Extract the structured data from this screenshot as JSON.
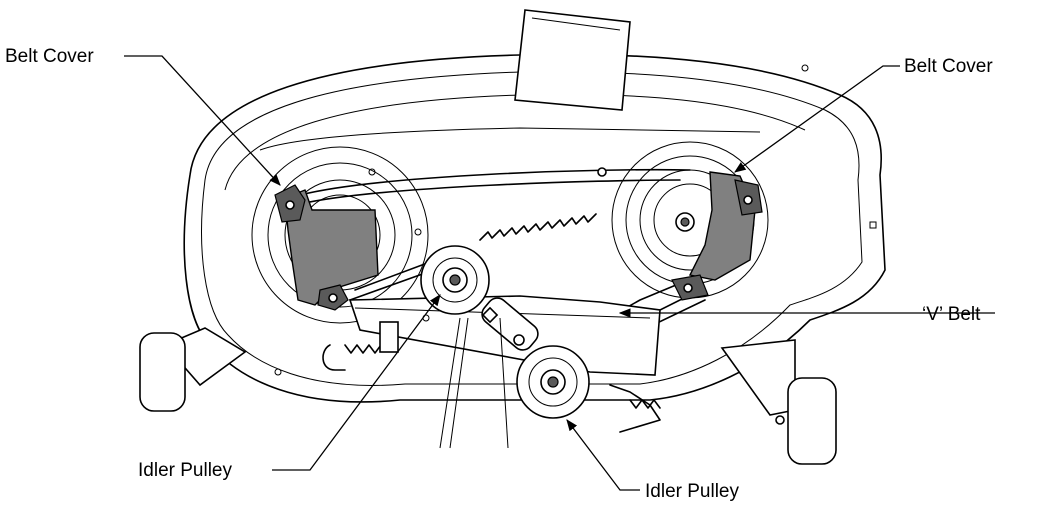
{
  "labels": {
    "belt_cover_left": "Belt Cover",
    "belt_cover_right": "Belt Cover",
    "v_belt": "‘V’ Belt",
    "idler_pulley_left": "Idler Pulley",
    "idler_pulley_bottom": "Idler Pulley"
  },
  "colors": {
    "line": "#000000",
    "cover_fill": "#808080",
    "background": "#ffffff"
  }
}
